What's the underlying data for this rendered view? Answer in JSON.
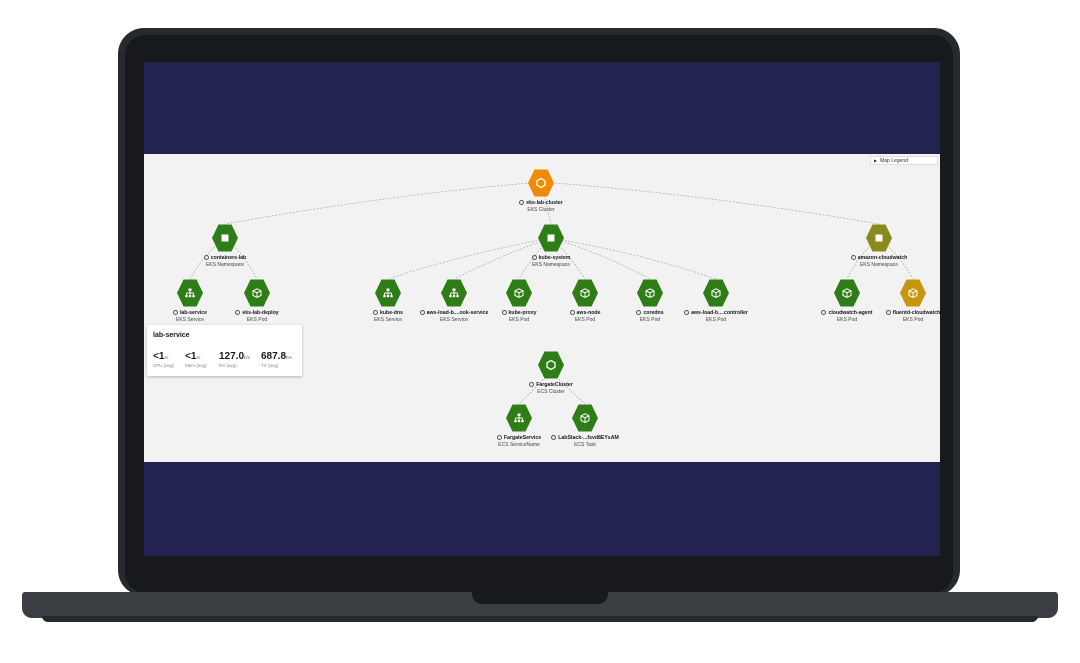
{
  "map": {
    "legend_label": "Map Legend"
  },
  "nodes": {
    "cluster": {
      "name": "eks-lab-cluster",
      "type": "EKS Cluster",
      "color": "#f08a00",
      "icon": "cluster-icon"
    },
    "ns_containers": {
      "name": "containers-lab",
      "type": "EKS Namespace",
      "color": "#2f7d16",
      "icon": "namespace-icon"
    },
    "ns_kube": {
      "name": "kube-system",
      "type": "EKS Namespace",
      "color": "#2f7d16",
      "icon": "namespace-icon"
    },
    "ns_cloudwatch": {
      "name": "amazon-cloudwatch",
      "type": "EKS Namespace",
      "color": "#8a8a1a",
      "icon": "namespace-icon"
    },
    "lab_service": {
      "name": "lab-service",
      "type": "EKS Service",
      "color": "#2f7d16",
      "icon": "service-icon"
    },
    "eks_lab_deploy": {
      "name": "eks-lab-deploy",
      "type": "EKS Pod",
      "color": "#2f7d16",
      "icon": "pod-icon"
    },
    "kube_dns": {
      "name": "kube-dns",
      "type": "EKS Service",
      "color": "#2f7d16",
      "icon": "service-icon"
    },
    "aws_load_hook": {
      "name": "aws-load-b....ook-service",
      "type": "EKS Service",
      "color": "#2f7d16",
      "icon": "service-icon"
    },
    "kube_proxy": {
      "name": "kube-proxy",
      "type": "EKS Pod",
      "color": "#2f7d16",
      "icon": "pod-icon"
    },
    "aws_node": {
      "name": "aws-node",
      "type": "EKS Pod",
      "color": "#2f7d16",
      "icon": "pod-icon"
    },
    "coredns": {
      "name": "coredns",
      "type": "EKS Pod",
      "color": "#2f7d16",
      "icon": "pod-icon"
    },
    "aws_load_controller": {
      "name": "aws-load-b....controller",
      "type": "EKS Pod",
      "color": "#2f7d16",
      "icon": "pod-icon"
    },
    "cloudwatch_agent": {
      "name": "cloudwatch-agent",
      "type": "EKS Pod",
      "color": "#2f7d16",
      "icon": "pod-icon"
    },
    "fluentd": {
      "name": "fluentd-cloudwatch",
      "type": "EKS Pod",
      "color": "#c8960c",
      "icon": "pod-icon"
    },
    "fargate_cluster": {
      "name": "FargateCluster",
      "type": "ECS Cluster",
      "color": "#2f7d16",
      "icon": "cluster-icon"
    },
    "fargate_service": {
      "name": "FargateService",
      "type": "ECS ServiceName",
      "color": "#2f7d16",
      "icon": "service-icon"
    },
    "labstack_task": {
      "name": "LabStack-...fsvd8EYsAM",
      "type": "ECS Task",
      "color": "#2f7d16",
      "icon": "pod-icon"
    }
  },
  "panel": {
    "title": "lab-service",
    "metrics": [
      {
        "value": "<1",
        "unit": "%",
        "label": "CPU (avg)"
      },
      {
        "value": "<1",
        "unit": "%",
        "label": "Mem (avg)"
      },
      {
        "value": "127.0",
        "unit": "b/s",
        "label": "RX (avg)"
      },
      {
        "value": "687.8",
        "unit": "b/s",
        "label": "TX (avg)"
      }
    ]
  }
}
